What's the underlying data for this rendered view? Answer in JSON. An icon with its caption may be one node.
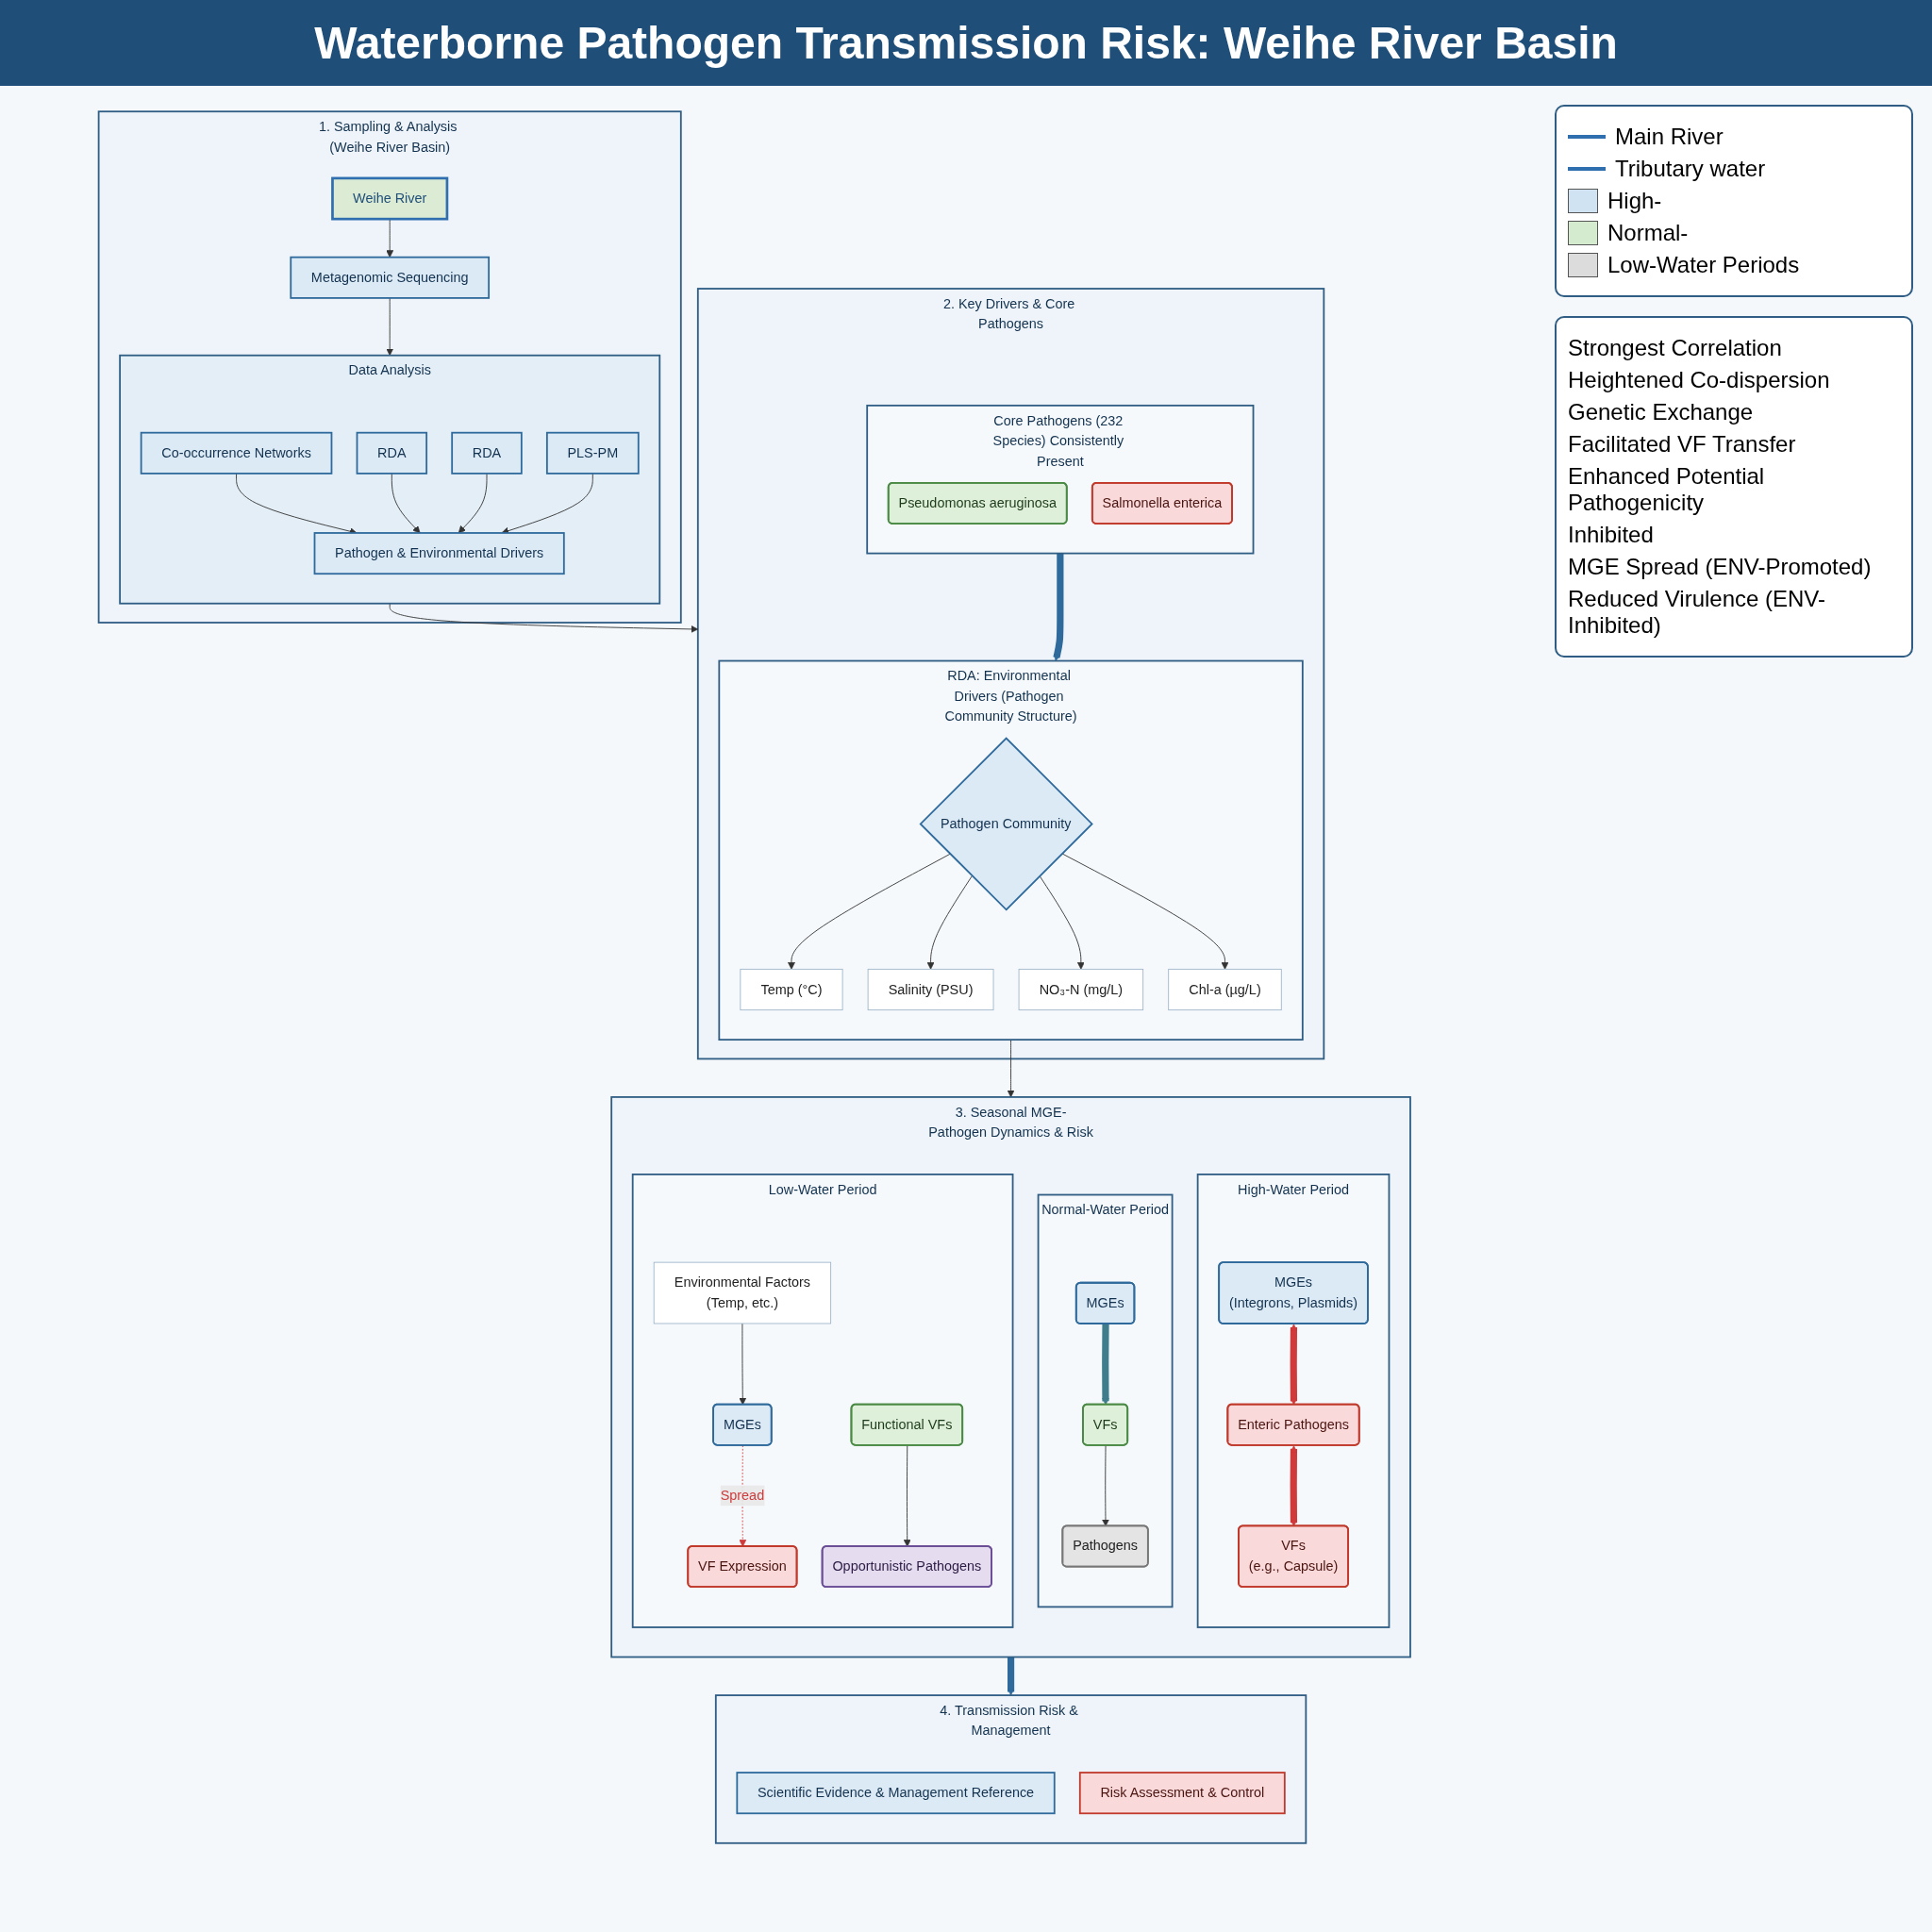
{
  "diagram": {
    "title": "Waterborne Pathogen Transmission Risk: Weihe River Basin",
    "nodes": [
      {
        "text": [
          "1. Sampling & Analysis (Weihe River Basin)"
        ]
      },
      {
        "text": [
          "Weihe River"
        ],
        "in": 0
      },
      {
        "text": [
          "Metagenomic Sequencing"
        ],
        "in": 0
      },
      {
        "text": [
          "Data Analysis"
        ],
        "in": 0
      },
      {
        "text": [
          "Co-occurrence Networks"
        ],
        "in": 3
      },
      {
        "text": [
          "RDA"
        ],
        "in": 3
      },
      {
        "text": [
          "Pathogen & Environmental Drivers"
        ],
        "in": 3
      },
      {
        "text": [
          "RDA"
        ],
        "in": 3
      },
      {
        "text": [
          "PLS-PM"
        ],
        "in": 3
      },
      {
        "text": [
          "2. Key Drivers & Core Pathogens"
        ]
      },
      {
        "text": [
          "Core Pathogens",
          "(232 Species)",
          "Consistently Present"
        ],
        "in": 9
      },
      {
        "text": [
          "Pseudomonas aeruginosa"
        ],
        "in": 10
      },
      {
        "text": [
          "Salmonella enterica"
        ],
        "in": 10
      },
      {
        "text": [
          "RDA: Environmental Drivers",
          "(Pathogen Community Structure)"
        ],
        "in": 9
      },
      {
        "text": [
          "Pathogen Community"
        ],
        "in": 13
      },
      {
        "text": [
          "Temp (°C)"
        ],
        "in": 13
      },
      {
        "text": [
          "Salinity (PSU)"
        ],
        "in": 13
      },
      {
        "text": [
          "NO₃-N (mg/L)"
        ],
        "in": 13
      },
      {
        "text": [
          "Chl-a (µg/L)"
        ],
        "in": 13
      },
      {
        "text": [
          "3. Seasonal MGE-Pathogen Dynamics & Risk"
        ]
      },
      {
        "text": [
          "High-Water Period"
        ],
        "in": 19
      },
      {
        "text": [
          "MGEs",
          "(Integrons, Plasmids)"
        ],
        "in": 20
      },
      {
        "text": [
          "Enteric Pathogens"
        ],
        "in": 20
      },
      {
        "text": [
          "VFs",
          "(e.g., Capsule)"
        ],
        "in": 20
      },
      {
        "text": [
          "Normal-Water Period"
        ],
        "in": 19
      },
      {
        "text": [
          "MGEs"
        ],
        "in": 24
      },
      {
        "text": [
          "VFs"
        ],
        "in": 24
      },
      {
        "text": [
          "Pathogens"
        ],
        "in": 24
      },
      {
        "text": [
          "Low-Water Period"
        ],
        "in": 19
      },
      {
        "text": [
          "Environmental Factors",
          "(Temp, etc.)"
        ],
        "in": 28
      },
      {
        "text": [
          "MGEs"
        ],
        "in": 28
      },
      {
        "text": [
          "VF Expression"
        ],
        "in": 28
      },
      {
        "text": [
          "Functional VFs"
        ],
        "in": 28
      },
      {
        "text": [
          "Opportunistic Pathogens"
        ],
        "in": 28
      },
      {
        "text": [
          "4. Transmission Risk & Management"
        ]
      },
      {
        "text": [
          "Scientific Evidence & Management Reference"
        ],
        "in": 34
      },
      {
        "text": [
          "Risk Assessment & Control"
        ],
        "in": 34
      }
    ],
    "edges": [
      {
        "from": 1,
        "to": 2,
        "arrow": "to"
      },
      {
        "from": 2,
        "to": 3,
        "arrow": "to"
      },
      {
        "from": 4,
        "to": 6,
        "arrow": "to"
      },
      {
        "from": 5,
        "to": 6,
        "arrow": "to"
      },
      {
        "from": 7,
        "to": 6,
        "arrow": "to"
      },
      {
        "from": 8,
        "to": 6,
        "arrow": "to"
      },
      {
        "from": 3,
        "to": 9,
        "arrow": "to"
      },
      {
        "from": 10,
        "to": 13,
        "arrow": "to",
        "style": "thick",
        "color": "#2f6a9c"
      },
      {
        "from": 14,
        "to": 15,
        "arrow": "to"
      },
      {
        "from": 14,
        "to": 16,
        "arrow": "to"
      },
      {
        "from": 14,
        "to": 17,
        "arrow": "to"
      },
      {
        "from": 14,
        "to": 18,
        "arrow": "to"
      },
      {
        "from": 13,
        "to": 19,
        "arrow": "to"
      },
      {
        "from": 21,
        "to": 22,
        "arrow": "both",
        "style": "thick",
        "color": "#d03a3a"
      },
      {
        "from": 22,
        "to": 23,
        "arrow": "both",
        "style": "thick",
        "color": "#d03a3a"
      },
      {
        "from": 25,
        "to": 26,
        "arrow": "to",
        "style": "thick",
        "color": "#3f7d8c"
      },
      {
        "from": 26,
        "to": 27,
        "arrow": "to"
      },
      {
        "from": 29,
        "to": 30,
        "arrow": "to"
      },
      {
        "from": 30,
        "to": 31,
        "arrow": "to",
        "label": "Spread",
        "style": "dashed",
        "color": "#d03a3a"
      },
      {
        "from": 32,
        "to": 33,
        "arrow": "to"
      },
      {
        "from": 19,
        "to": 34,
        "arrow": "to",
        "style": "thick",
        "color": "#2f6a9c"
      }
    ],
    "labels": [
      "Strongest Correlation",
      "Heightened Co-dispersion",
      "Genetic Exchange",
      "Facilitated VF Transfer",
      "Enhanced Potential Pathogenicity",
      "Inhibited",
      "MGE Spread (ENV-Promoted)",
      "Reduced Virulence (ENV-Inhibited)"
    ],
    "legend": [
      {
        "text": "Main River"
      },
      {
        "text": "Tributary water"
      },
      {
        "text": "High-",
        "color": "#cfe3f3"
      },
      {
        "text": "Normal-",
        "color": "#d5ebcf"
      },
      {
        "text": "Low-Water Periods",
        "color": "#dcdcdc"
      }
    ]
  }
}
